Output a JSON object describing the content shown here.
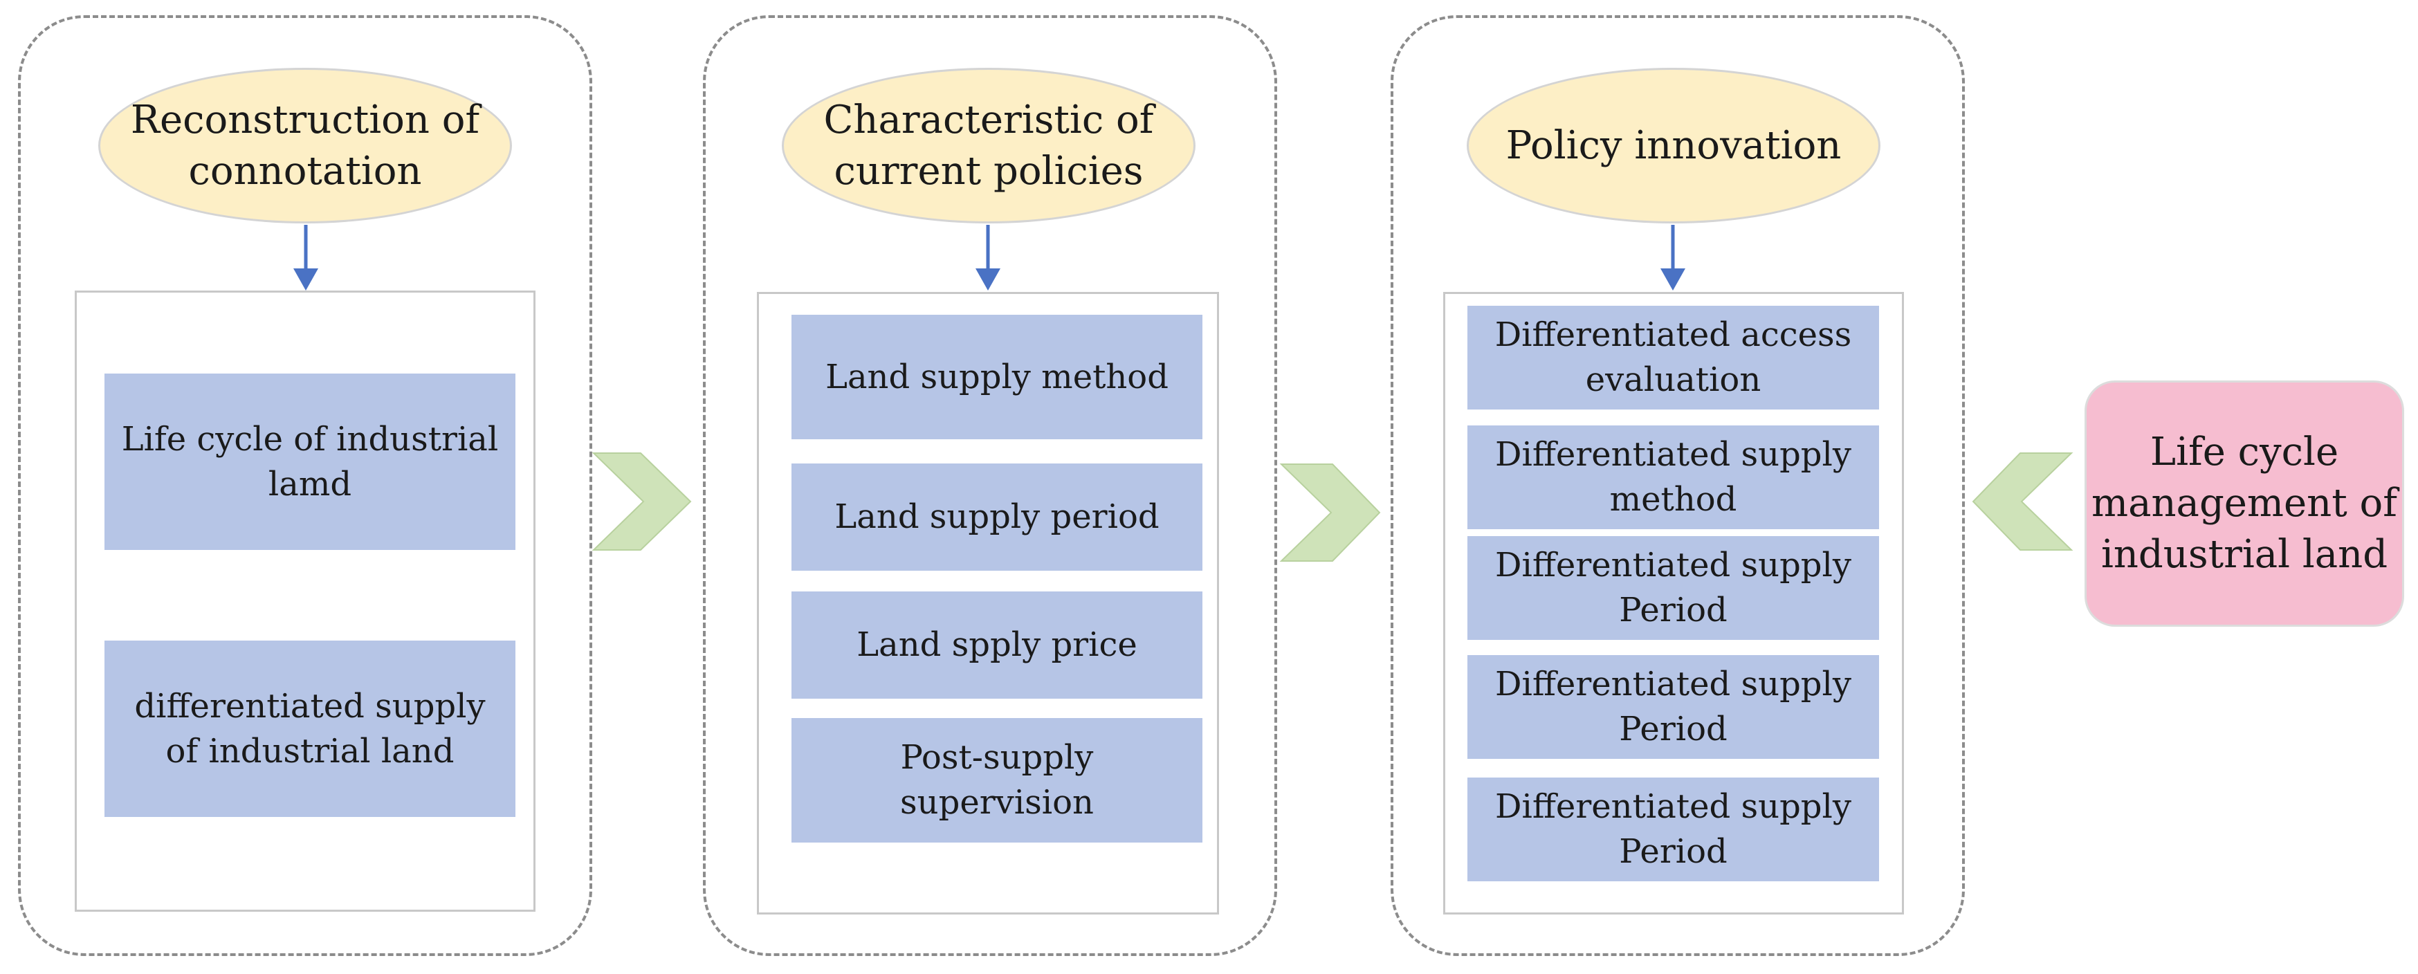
{
  "columns": [
    {
      "heading": "Reconstruction of connotation",
      "items": [
        "Life cycle of industrial lamd",
        "differentiated supply of industrial land"
      ]
    },
    {
      "heading": "Characteristic of current policies",
      "items": [
        "Land supply method",
        "Land supply period",
        "Land spply price",
        "Post-supply supervision"
      ]
    },
    {
      "heading": "Policy innovation",
      "items": [
        "Differentiated access evaluation",
        "Differentiated supply method",
        "Differentiated supply Period",
        "Differentiated supply Period",
        "Differentiated supply Period"
      ]
    }
  ],
  "side_box": "Life cycle management of industrial land",
  "colors": {
    "panel_border": "#8c8c8c",
    "ellipse_fill": "#fdefc6",
    "item_fill": "#b6c5e6",
    "side_box_fill": "#f6bdd0",
    "chevron_fill": "#cfe3b9",
    "arrow": "#4a72c4"
  }
}
